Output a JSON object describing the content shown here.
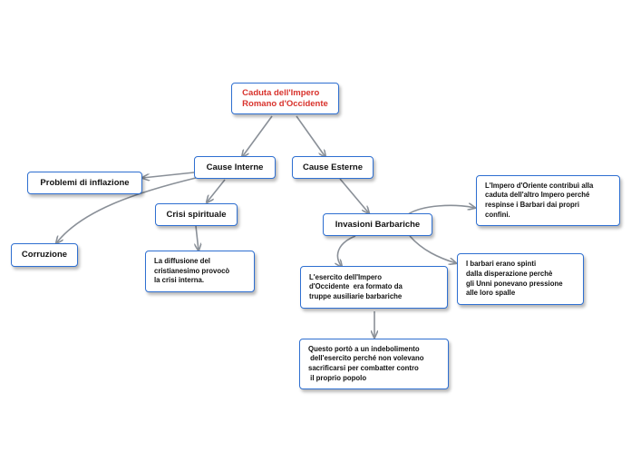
{
  "map": {
    "root": "Caduta dell'Impero\nRomano d'Occidente",
    "cause_interne": "Cause Interne",
    "cause_esterne": "Cause Esterne",
    "problemi_inflazione": "Problemi di inflazione",
    "crisi_spirituale": "Crisi spirituale",
    "corruzione": "Corruzione",
    "diffusione_cristianesimo": "La diffusione del\ncristianesimo provocò\nla crisi interna.",
    "invasioni_barbariche": "Invasioni Barbariche",
    "impero_oriente": "L'Impero d'Oriente contribuì alla\ncaduta dell'altro Impero perché\nrespinse i Barbari dai propri\nconfini.",
    "barbari_spinti": "I barbari erano spinti\ndalla disperazione perchè\ngli Unni ponevano pressione\nalle loro spalle",
    "esercito_occidente": "L'esercito dell'Impero\nd'Occidente  era formato da\ntruppe ausiliarie barbariche",
    "indebolimento": "Questo portò a un indebolimento\n dell'esercito perché non volevano\nsacrificarsi per combatter contro\n il proprio popolo"
  },
  "colors": {
    "node_border": "#2e6fd1",
    "root_text": "#d8322c",
    "connector": "#8a9098"
  }
}
